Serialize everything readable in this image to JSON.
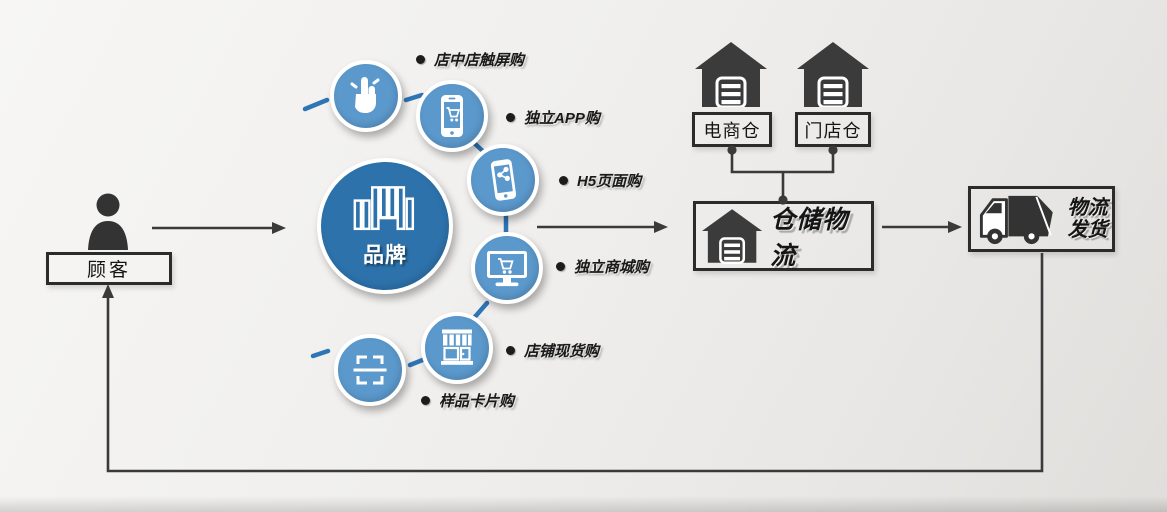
{
  "diagram": {
    "customer": {
      "label": "顾客"
    },
    "brand": {
      "label": "品牌"
    },
    "channels": [
      {
        "label": "店中店触屏购",
        "icon": "touch-hand-icon"
      },
      {
        "label": "独立APP购",
        "icon": "phone-cart-icon"
      },
      {
        "label": "H5页面购",
        "icon": "phone-share-icon"
      },
      {
        "label": "独立商城购",
        "icon": "monitor-cart-icon"
      },
      {
        "label": "店铺现货购",
        "icon": "storefront-icon"
      },
      {
        "label": "样品卡片购",
        "icon": "scan-frame-icon"
      }
    ],
    "warehouses": [
      {
        "label": "电商仓"
      },
      {
        "label": "门店仓"
      }
    ],
    "warehouse_logistics": {
      "label": "仓储物流"
    },
    "shipping": {
      "label": "物流发货",
      "line1": "物流",
      "line2": "发货"
    }
  },
  "colors": {
    "brand_circle": "#2d72ab",
    "channel_circle": "#5b98cb",
    "connector_blue": "#2e75b6",
    "icon_dark": "#333333",
    "line_dark": "#3a3a3a"
  }
}
